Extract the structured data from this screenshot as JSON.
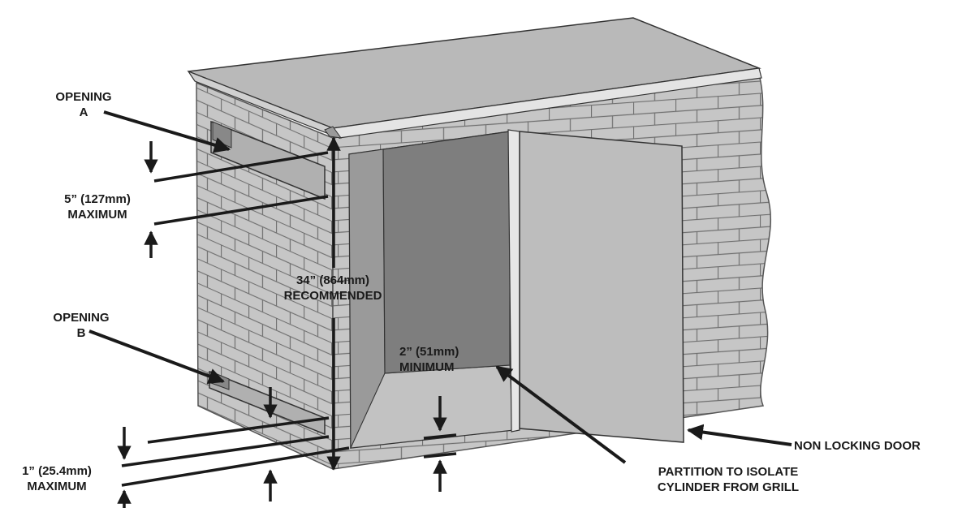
{
  "labels": {
    "opening_a": {
      "line1": "OPENING",
      "line2": "A"
    },
    "opening_b": {
      "line1": "OPENING",
      "line2": "B"
    },
    "top_vent": {
      "line1": "5” (127mm)",
      "line2": "MAXIMUM"
    },
    "bottom_vent": {
      "line1": "1” (25.4mm)",
      "line2": "MAXIMUM"
    },
    "height": {
      "line1": "34” (864mm)",
      "line2": "RECOMMENDED"
    },
    "gap": {
      "line1": "2” (51mm)",
      "line2": "MINIMUM"
    },
    "door": "NON LOCKING DOOR",
    "partition": {
      "line1": "PARTITION TO ISOLATE",
      "line2": "CYLINDER FROM GRILL"
    }
  },
  "colors": {
    "brick": "#c6c6c6",
    "mortar": "#6f6f6f",
    "countertop": "#b9b9b9",
    "interior": "#a9a9a9",
    "partition": "#7e7e7e",
    "door": "#bdbdbd",
    "ink": "#1a1a1a"
  }
}
